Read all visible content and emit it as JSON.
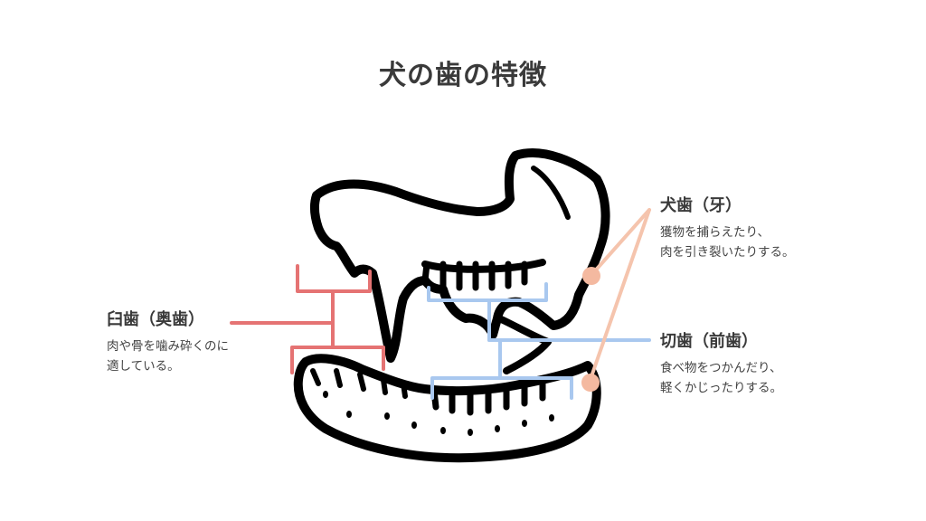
{
  "title": "犬の歯の特徴",
  "labels": {
    "molar": {
      "name": "臼歯（奥歯）",
      "desc": [
        "肉や骨を噛み砕くのに",
        "適している。"
      ]
    },
    "canine": {
      "name": "犬歯（牙）",
      "desc": [
        "獲物を捕らえたり、",
        "肉を引き裂いたりする。"
      ]
    },
    "incisor": {
      "name": "切歯（前歯）",
      "desc": [
        "食べ物をつかんだり、",
        "軽くかじったりする。"
      ]
    }
  },
  "colors": {
    "outline": "#000000",
    "molar_bracket": "#e57373",
    "incisor_bracket": "#a9c8ef",
    "canine_pointer": "#f5c4ad",
    "canine_dot": "#f4b9a0"
  }
}
